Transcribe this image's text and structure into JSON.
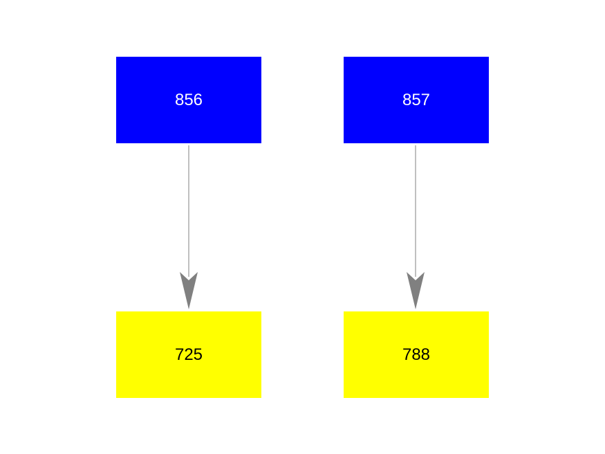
{
  "nodes": {
    "n856": {
      "label": "856",
      "color": "#0000ff"
    },
    "n857": {
      "label": "857",
      "color": "#0000ff"
    },
    "n725": {
      "label": "725",
      "color": "#ffff00"
    },
    "n788": {
      "label": "788",
      "color": "#ffff00"
    }
  },
  "edges": [
    {
      "from": "856",
      "to": "725"
    },
    {
      "from": "857",
      "to": "788"
    }
  ],
  "edge_color": "#808080"
}
